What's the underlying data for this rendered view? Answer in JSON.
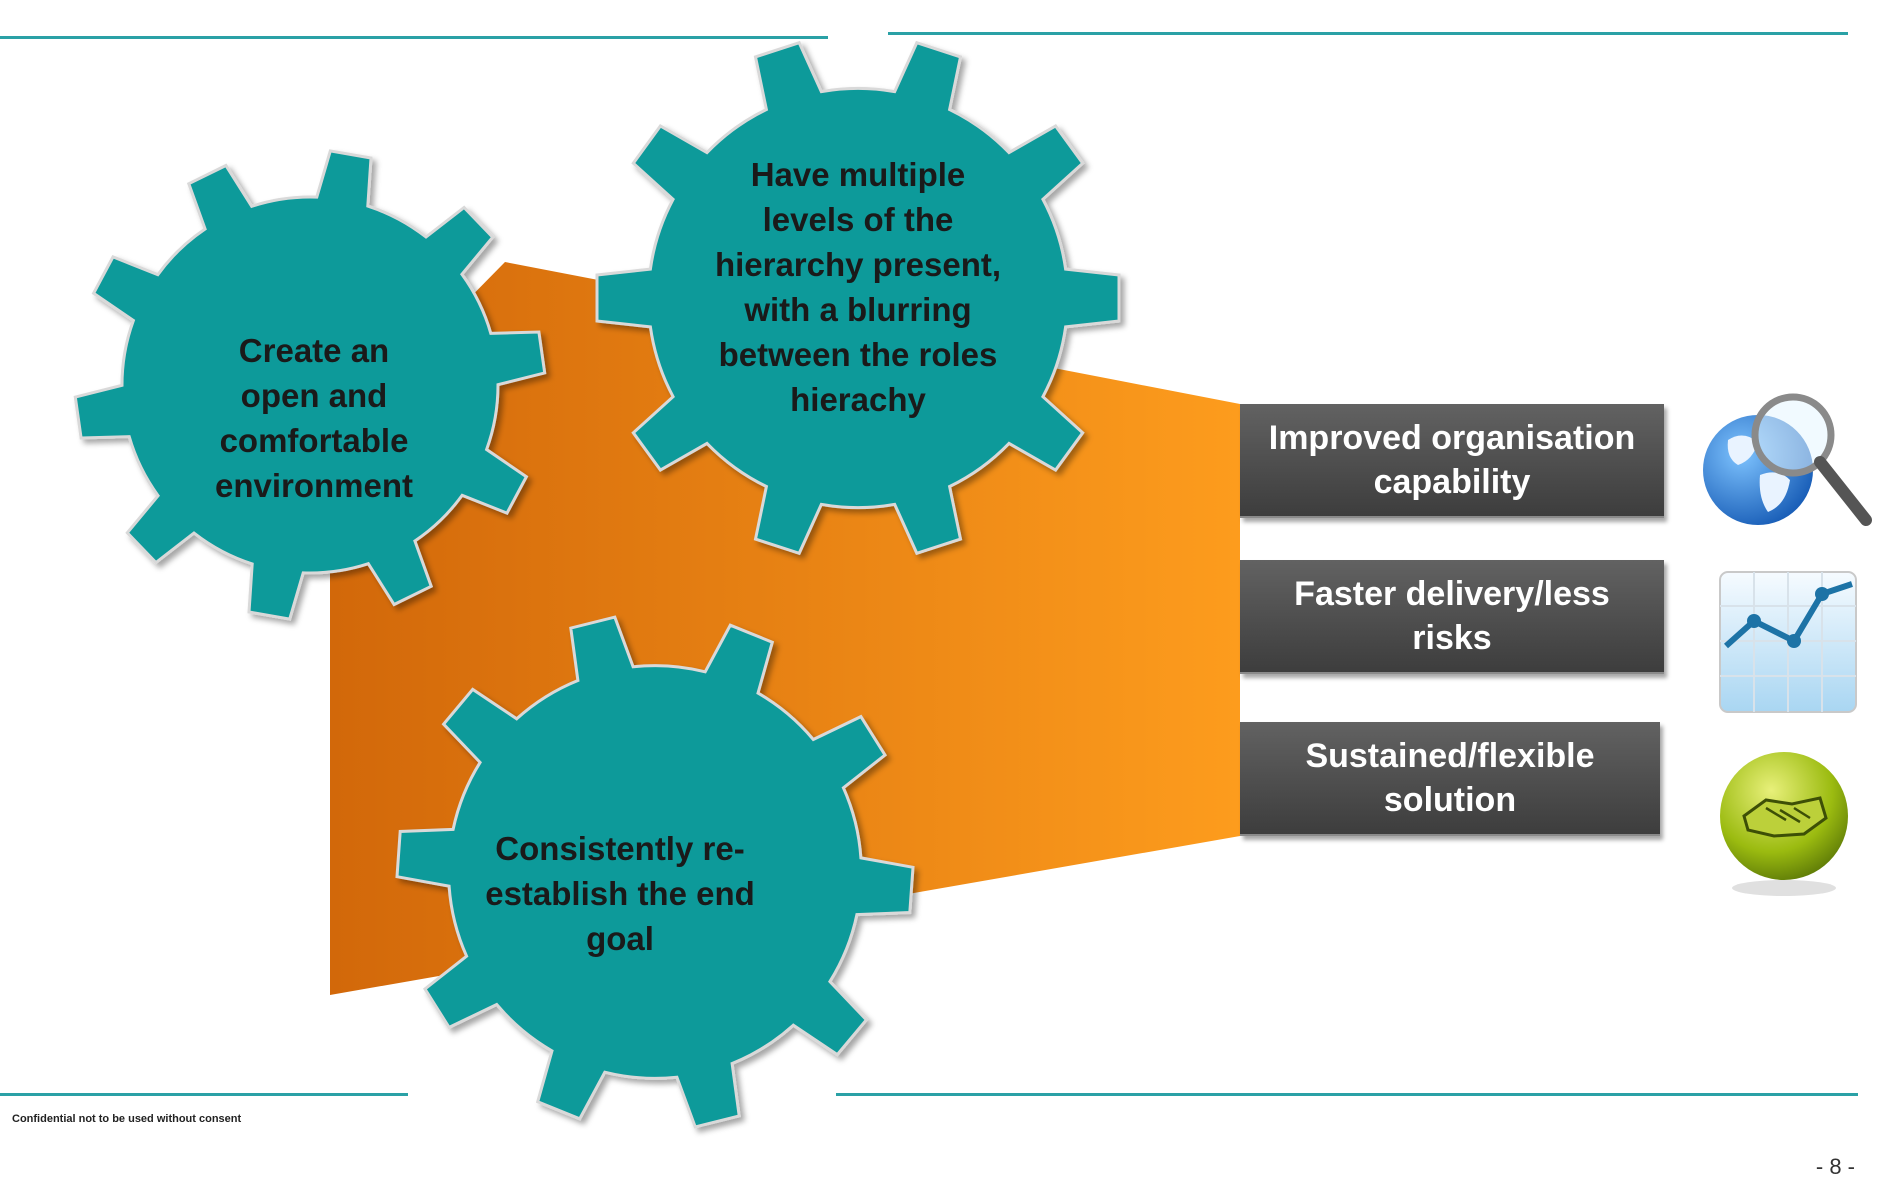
{
  "gears": [
    {
      "id": "environment",
      "label": "Create an open and comfortable environment",
      "lines": [
        "Create an",
        "open and",
        "comfortable",
        "environment"
      ]
    },
    {
      "id": "hierarchy",
      "label": "Have multiple levels of the hierarchy present, with a blurring between the roles hierachy",
      "lines": [
        "Have multiple",
        "levels of the",
        "hierarchy present,",
        "with a blurring",
        "between the roles",
        "hierachy"
      ]
    },
    {
      "id": "goal",
      "label": "Consistently re-establish the end goal",
      "lines": [
        "Consistently re-",
        "establish the end",
        "goal"
      ]
    }
  ],
  "outcomes": [
    {
      "lines": [
        "Improved organisation",
        "capability"
      ],
      "icon": "globe-magnifier-icon"
    },
    {
      "lines": [
        "Faster delivery/less",
        "risks"
      ],
      "icon": "line-chart-icon"
    },
    {
      "lines": [
        "Sustained/flexible",
        "solution"
      ],
      "icon": "handshake-icon"
    }
  ],
  "footer": {
    "confidential": "Confidential not to be used without consent",
    "page": "- 8 -"
  },
  "colors": {
    "gear": "#0a9a9a",
    "arrow_start": "#d96e0a",
    "arrow_end": "#fb9b1c",
    "rule": "#2aa1a6",
    "box": "#4d4d4d"
  }
}
